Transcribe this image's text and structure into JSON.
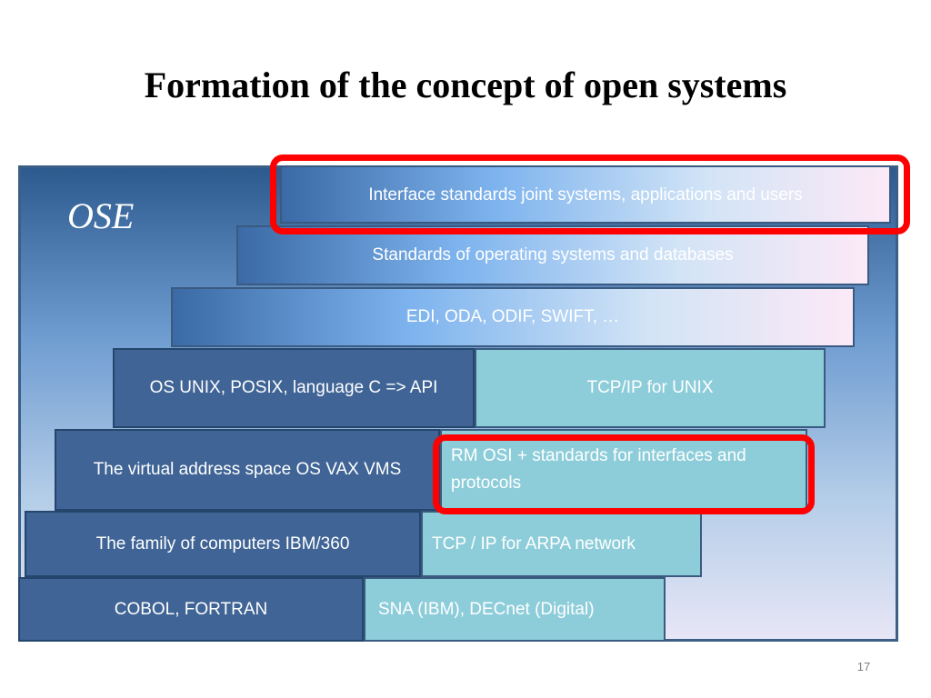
{
  "slide": {
    "title": "Formation of the concept of open systems",
    "panel_label": "OSE",
    "page_number": "17"
  },
  "bands": [
    {
      "text": "Interface standards joint systems, applications and users",
      "highlighted": true
    },
    {
      "text": "Standards of operating systems and databases"
    },
    {
      "text": "EDI, ODA, ODIF, SWIFT, …"
    }
  ],
  "cells": [
    {
      "text": "OS UNIX, POSIX, language  C => API",
      "style": "dark"
    },
    {
      "text": "TCP/IP for UNIX",
      "style": "teal"
    },
    {
      "text": "The virtual address space OS  VAX VMS",
      "style": "dark"
    },
    {
      "text": " RM OSI + standards for interfaces and protocols",
      "style": "teal",
      "highlighted": true
    },
    {
      "text": "The family of computers IBM/360",
      "style": "dark"
    },
    {
      "text": "TCP / IP for ARPA network",
      "style": "teal"
    },
    {
      "text": "COBOL, FORTRAN",
      "style": "dark"
    },
    {
      "text": "SNA (IBM), DECnet (Digital)",
      "style": "teal"
    }
  ],
  "colors": {
    "highlight": "#ff0000",
    "dark_cell": "#3f6495",
    "teal_cell": "#8dcdda"
  }
}
